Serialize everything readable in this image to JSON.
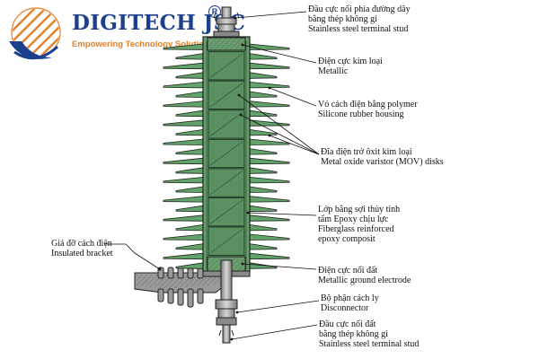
{
  "brand": {
    "name": "DIGITECH JSC",
    "registered_mark": "R",
    "tagline": "Empowering Technology Solutions",
    "colors": {
      "primary": "#1c3f8e",
      "accent": "#e5802a"
    }
  },
  "diagram": {
    "subject": "polymer-housed metal oxide surge arrester (cross-section)",
    "colors": {
      "housing_fill": "#66a06b",
      "mov_fill": "#5b9162",
      "metal": "#9a9a9a",
      "bracket": "#8c8c8c",
      "outline": "#222222"
    },
    "labels": [
      {
        "id": "top-terminal",
        "vi": "Đầu cực nối phía đường dây",
        "vi2": "bằng thép không gỉ",
        "en": "Stainless steel terminal stud"
      },
      {
        "id": "metal-electrode",
        "vi": "Điện cực kim loại",
        "en": "Metallic"
      },
      {
        "id": "housing",
        "vi": "Vỏ cách điện bằng polymer",
        "en": "Silicone rubber housing"
      },
      {
        "id": "mov-disks",
        "vi": "Đĩa điện trở ôxit kim loại",
        "en": "Metal oxide varistor (MOV) disks"
      },
      {
        "id": "fiberglass",
        "vi": "Lớp bằng sợi thủy tinh",
        "vi2": "tẩm Epoxy chịu lực",
        "en": "Fiberglass reinforced",
        "en2": "epoxy composit"
      },
      {
        "id": "ground-electrode",
        "vi": "Điện cực nối đất",
        "en": "Metallic ground electrode"
      },
      {
        "id": "disconnector",
        "vi": "Bộ phận cách ly",
        "en": "Disconnector"
      },
      {
        "id": "bottom-terminal",
        "vi": "Đầu cực nối đất",
        "vi2": "bằng thép không gỉ",
        "en": "Stainless steel terminal stud"
      },
      {
        "id": "bracket",
        "vi": "Giá đỡ cách điện",
        "en": "Insulated bracket"
      }
    ]
  }
}
